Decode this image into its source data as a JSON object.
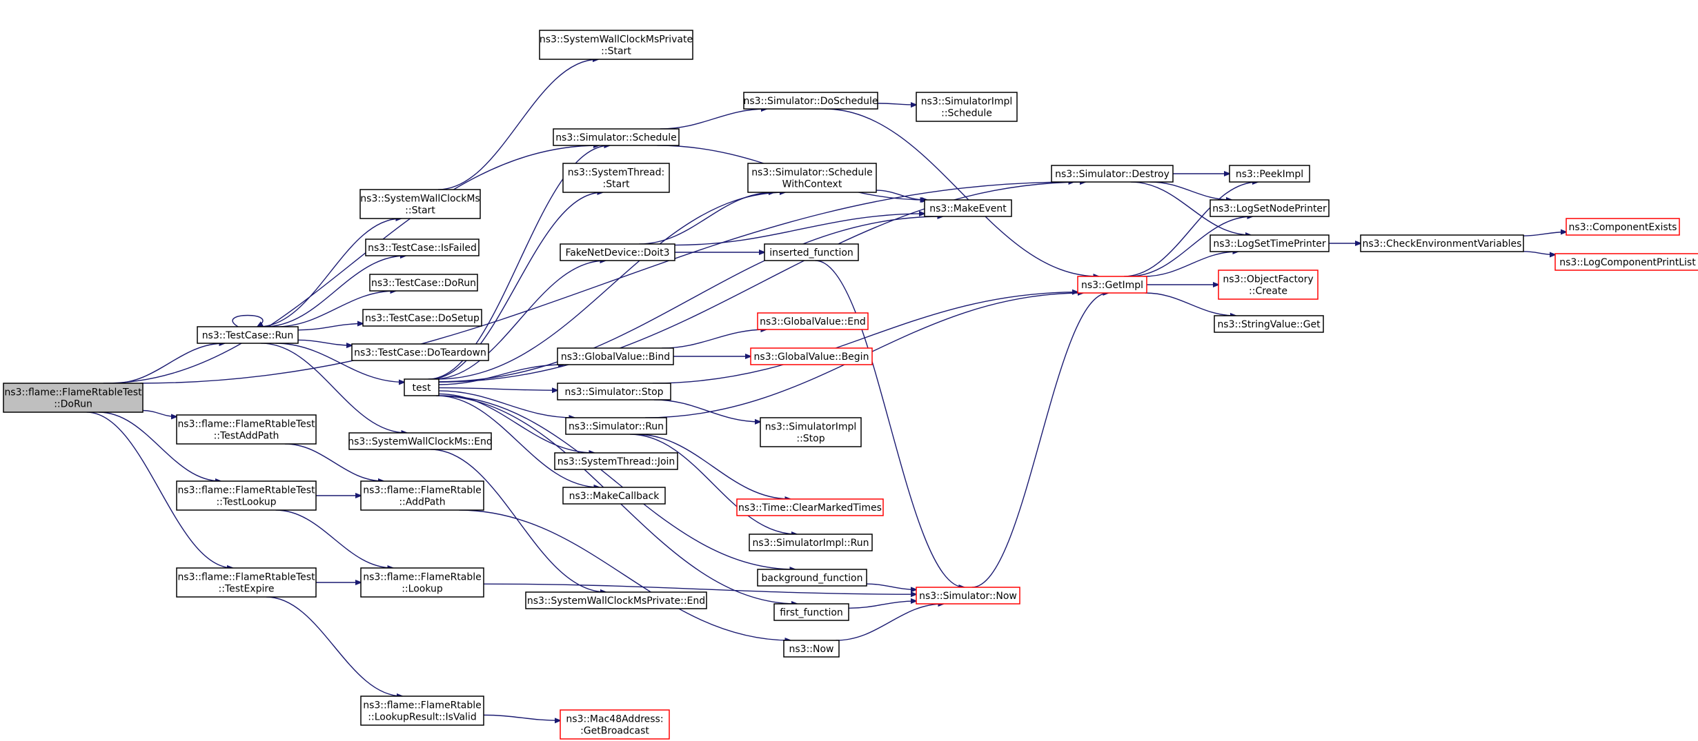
{
  "diagram": {
    "type": "call-graph",
    "colors": {
      "edge": "#191970",
      "truncated_border": "#ff0000",
      "root_fill": "#bfbfbf"
    },
    "nodes": [
      {
        "id": "doRun",
        "lines": [
          "ns3::flame::FlameRtableTest",
          "::DoRun"
        ],
        "style": "root"
      },
      {
        "id": "tcRun",
        "lines": [
          "ns3::TestCase::Run"
        ]
      },
      {
        "id": "testAddPath",
        "lines": [
          "ns3::flame::FlameRtableTest",
          "::TestAddPath"
        ]
      },
      {
        "id": "testLookup",
        "lines": [
          "ns3::flame::FlameRtableTest",
          "::TestLookup"
        ]
      },
      {
        "id": "testExpire",
        "lines": [
          "ns3::flame::FlameRtableTest",
          "::TestExpire"
        ]
      },
      {
        "id": "swcmStart",
        "lines": [
          "ns3::SystemWallClockMs",
          "::Start"
        ]
      },
      {
        "id": "isFailed",
        "lines": [
          "ns3::TestCase::IsFailed"
        ]
      },
      {
        "id": "tcDoRun",
        "lines": [
          "ns3::TestCase::DoRun"
        ]
      },
      {
        "id": "doSetup",
        "lines": [
          "ns3::TestCase::DoSetup"
        ]
      },
      {
        "id": "doTeardown",
        "lines": [
          "ns3::TestCase::DoTeardown"
        ]
      },
      {
        "id": "test",
        "lines": [
          "test"
        ]
      },
      {
        "id": "swcmEnd",
        "lines": [
          "ns3::SystemWallClockMs::End"
        ]
      },
      {
        "id": "addPath",
        "lines": [
          "ns3::flame::FlameRtable",
          "::AddPath"
        ]
      },
      {
        "id": "lookup",
        "lines": [
          "ns3::flame::FlameRtable",
          "::Lookup"
        ]
      },
      {
        "id": "isValid",
        "lines": [
          "ns3::flame::FlameRtable",
          "::LookupResult::IsValid"
        ]
      },
      {
        "id": "swcmpStart",
        "lines": [
          "ns3::SystemWallClockMsPrivate",
          "::Start"
        ]
      },
      {
        "id": "simSchedule",
        "lines": [
          "ns3::Simulator::Schedule"
        ]
      },
      {
        "id": "stStart",
        "lines": [
          "ns3::SystemThread:",
          ":Start"
        ]
      },
      {
        "id": "doit3",
        "lines": [
          "FakeNetDevice::Doit3"
        ]
      },
      {
        "id": "gvBind",
        "lines": [
          "ns3::GlobalValue::Bind"
        ]
      },
      {
        "id": "simStop",
        "lines": [
          "ns3::Simulator::Stop"
        ]
      },
      {
        "id": "simRun",
        "lines": [
          "ns3::Simulator::Run"
        ]
      },
      {
        "id": "stJoin",
        "lines": [
          "ns3::SystemThread::Join"
        ]
      },
      {
        "id": "makeCallback",
        "lines": [
          "ns3::MakeCallback"
        ]
      },
      {
        "id": "swcmpEnd",
        "lines": [
          "ns3::SystemWallClockMsPrivate::End"
        ]
      },
      {
        "id": "getBroadcast",
        "lines": [
          "ns3::Mac48Address:",
          ":GetBroadcast"
        ],
        "style": "truncated"
      },
      {
        "id": "doSchedule",
        "lines": [
          "ns3::Simulator::DoSchedule"
        ]
      },
      {
        "id": "scheduleWithContext",
        "lines": [
          "ns3::Simulator::Schedule",
          "WithContext"
        ]
      },
      {
        "id": "insertedFn",
        "lines": [
          "inserted_function"
        ]
      },
      {
        "id": "gvEnd",
        "lines": [
          "ns3::GlobalValue::End"
        ],
        "style": "truncated"
      },
      {
        "id": "gvBegin",
        "lines": [
          "ns3::GlobalValue::Begin"
        ],
        "style": "truncated"
      },
      {
        "id": "simImplStop",
        "lines": [
          "ns3::SimulatorImpl",
          "::Stop"
        ]
      },
      {
        "id": "clearMarked",
        "lines": [
          "ns3::Time::ClearMarkedTimes"
        ],
        "style": "truncated"
      },
      {
        "id": "simImplRun",
        "lines": [
          "ns3::SimulatorImpl::Run"
        ]
      },
      {
        "id": "bgFn",
        "lines": [
          "background_function"
        ]
      },
      {
        "id": "firstFn",
        "lines": [
          "first_function"
        ]
      },
      {
        "id": "ns3Now",
        "lines": [
          "ns3::Now"
        ]
      },
      {
        "id": "simImplSchedule",
        "lines": [
          "ns3::SimulatorImpl",
          "::Schedule"
        ]
      },
      {
        "id": "makeEvent",
        "lines": [
          "ns3::MakeEvent"
        ]
      },
      {
        "id": "simNow",
        "lines": [
          "ns3::Simulator::Now"
        ],
        "style": "truncated"
      },
      {
        "id": "simDestroy",
        "lines": [
          "ns3::Simulator::Destroy"
        ]
      },
      {
        "id": "getImpl",
        "lines": [
          "ns3::GetImpl"
        ],
        "style": "truncated"
      },
      {
        "id": "peekImpl",
        "lines": [
          "ns3::PeekImpl"
        ]
      },
      {
        "id": "logSetNode",
        "lines": [
          "ns3::LogSetNodePrinter"
        ]
      },
      {
        "id": "logSetTime",
        "lines": [
          "ns3::LogSetTimePrinter"
        ]
      },
      {
        "id": "objFactory",
        "lines": [
          "ns3::ObjectFactory",
          "::Create"
        ],
        "style": "truncated"
      },
      {
        "id": "strGet",
        "lines": [
          "ns3::StringValue::Get"
        ]
      },
      {
        "id": "checkEnv",
        "lines": [
          "ns3::CheckEnvironmentVariables"
        ]
      },
      {
        "id": "compExists",
        "lines": [
          "ns3::ComponentExists"
        ],
        "style": "truncated"
      },
      {
        "id": "logCompPrint",
        "lines": [
          "ns3::LogComponentPrintList"
        ],
        "style": "truncated"
      }
    ],
    "edges": [
      [
        "doRun",
        "simDestroy"
      ],
      [
        "doRun",
        "simSchedule"
      ],
      [
        "doRun",
        "tcRun"
      ],
      [
        "doRun",
        "testAddPath"
      ],
      [
        "doRun",
        "testLookup"
      ],
      [
        "doRun",
        "testExpire"
      ],
      [
        "tcRun",
        "tcRun"
      ],
      [
        "tcRun",
        "swcmStart"
      ],
      [
        "tcRun",
        "isFailed"
      ],
      [
        "tcRun",
        "tcDoRun"
      ],
      [
        "tcRun",
        "doSetup"
      ],
      [
        "tcRun",
        "doTeardown"
      ],
      [
        "tcRun",
        "test"
      ],
      [
        "tcRun",
        "swcmEnd"
      ],
      [
        "testAddPath",
        "addPath"
      ],
      [
        "testLookup",
        "addPath"
      ],
      [
        "testLookup",
        "lookup"
      ],
      [
        "testExpire",
        "lookup"
      ],
      [
        "testExpire",
        "isValid"
      ],
      [
        "swcmStart",
        "swcmpStart"
      ],
      [
        "swcmEnd",
        "swcmpEnd"
      ],
      [
        "addPath",
        "ns3Now"
      ],
      [
        "lookup",
        "simNow"
      ],
      [
        "isValid",
        "getBroadcast"
      ],
      [
        "test",
        "simDestroy"
      ],
      [
        "test",
        "simSchedule"
      ],
      [
        "test",
        "stStart"
      ],
      [
        "test",
        "scheduleWithContext"
      ],
      [
        "test",
        "doit3"
      ],
      [
        "test",
        "makeEvent"
      ],
      [
        "test",
        "gvBind"
      ],
      [
        "test",
        "simStop"
      ],
      [
        "test",
        "simRun"
      ],
      [
        "test",
        "stJoin"
      ],
      [
        "test",
        "makeCallback"
      ],
      [
        "test",
        "bgFn"
      ],
      [
        "test",
        "firstFn"
      ],
      [
        "simSchedule",
        "doSchedule"
      ],
      [
        "simSchedule",
        "makeEvent"
      ],
      [
        "doSchedule",
        "simImplSchedule"
      ],
      [
        "doSchedule",
        "getImpl"
      ],
      [
        "scheduleWithContext",
        "makeEvent"
      ],
      [
        "doit3",
        "scheduleWithContext"
      ],
      [
        "doit3",
        "makeEvent"
      ],
      [
        "doit3",
        "insertedFn"
      ],
      [
        "insertedFn",
        "simNow"
      ],
      [
        "gvBind",
        "gvEnd"
      ],
      [
        "gvBind",
        "gvBegin"
      ],
      [
        "simStop",
        "getImpl"
      ],
      [
        "simStop",
        "simImplStop"
      ],
      [
        "simRun",
        "getImpl"
      ],
      [
        "simRun",
        "clearMarked"
      ],
      [
        "simRun",
        "simImplRun"
      ],
      [
        "bgFn",
        "simNow"
      ],
      [
        "firstFn",
        "simNow"
      ],
      [
        "ns3Now",
        "simNow"
      ],
      [
        "simNow",
        "getImpl"
      ],
      [
        "simDestroy",
        "peekImpl"
      ],
      [
        "simDestroy",
        "logSetNode"
      ],
      [
        "simDestroy",
        "logSetTime"
      ],
      [
        "getImpl",
        "peekImpl"
      ],
      [
        "getImpl",
        "logSetNode"
      ],
      [
        "getImpl",
        "logSetTime"
      ],
      [
        "getImpl",
        "objFactory"
      ],
      [
        "getImpl",
        "strGet"
      ],
      [
        "logSetTime",
        "checkEnv"
      ],
      [
        "checkEnv",
        "compExists"
      ],
      [
        "checkEnv",
        "logCompPrint"
      ]
    ]
  }
}
